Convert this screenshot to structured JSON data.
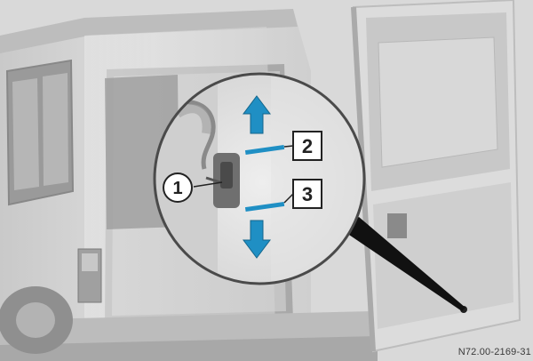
{
  "figure": {
    "callouts": [
      {
        "label": "1",
        "meaning": ""
      },
      {
        "label": "2",
        "meaning": ""
      },
      {
        "label": "3",
        "meaning": ""
      }
    ],
    "reference_code": "N72.00-2169-31"
  },
  "colors": {
    "arrow": "#1f8fc4",
    "bar": "#1f8fc4",
    "leader": "#111111"
  }
}
